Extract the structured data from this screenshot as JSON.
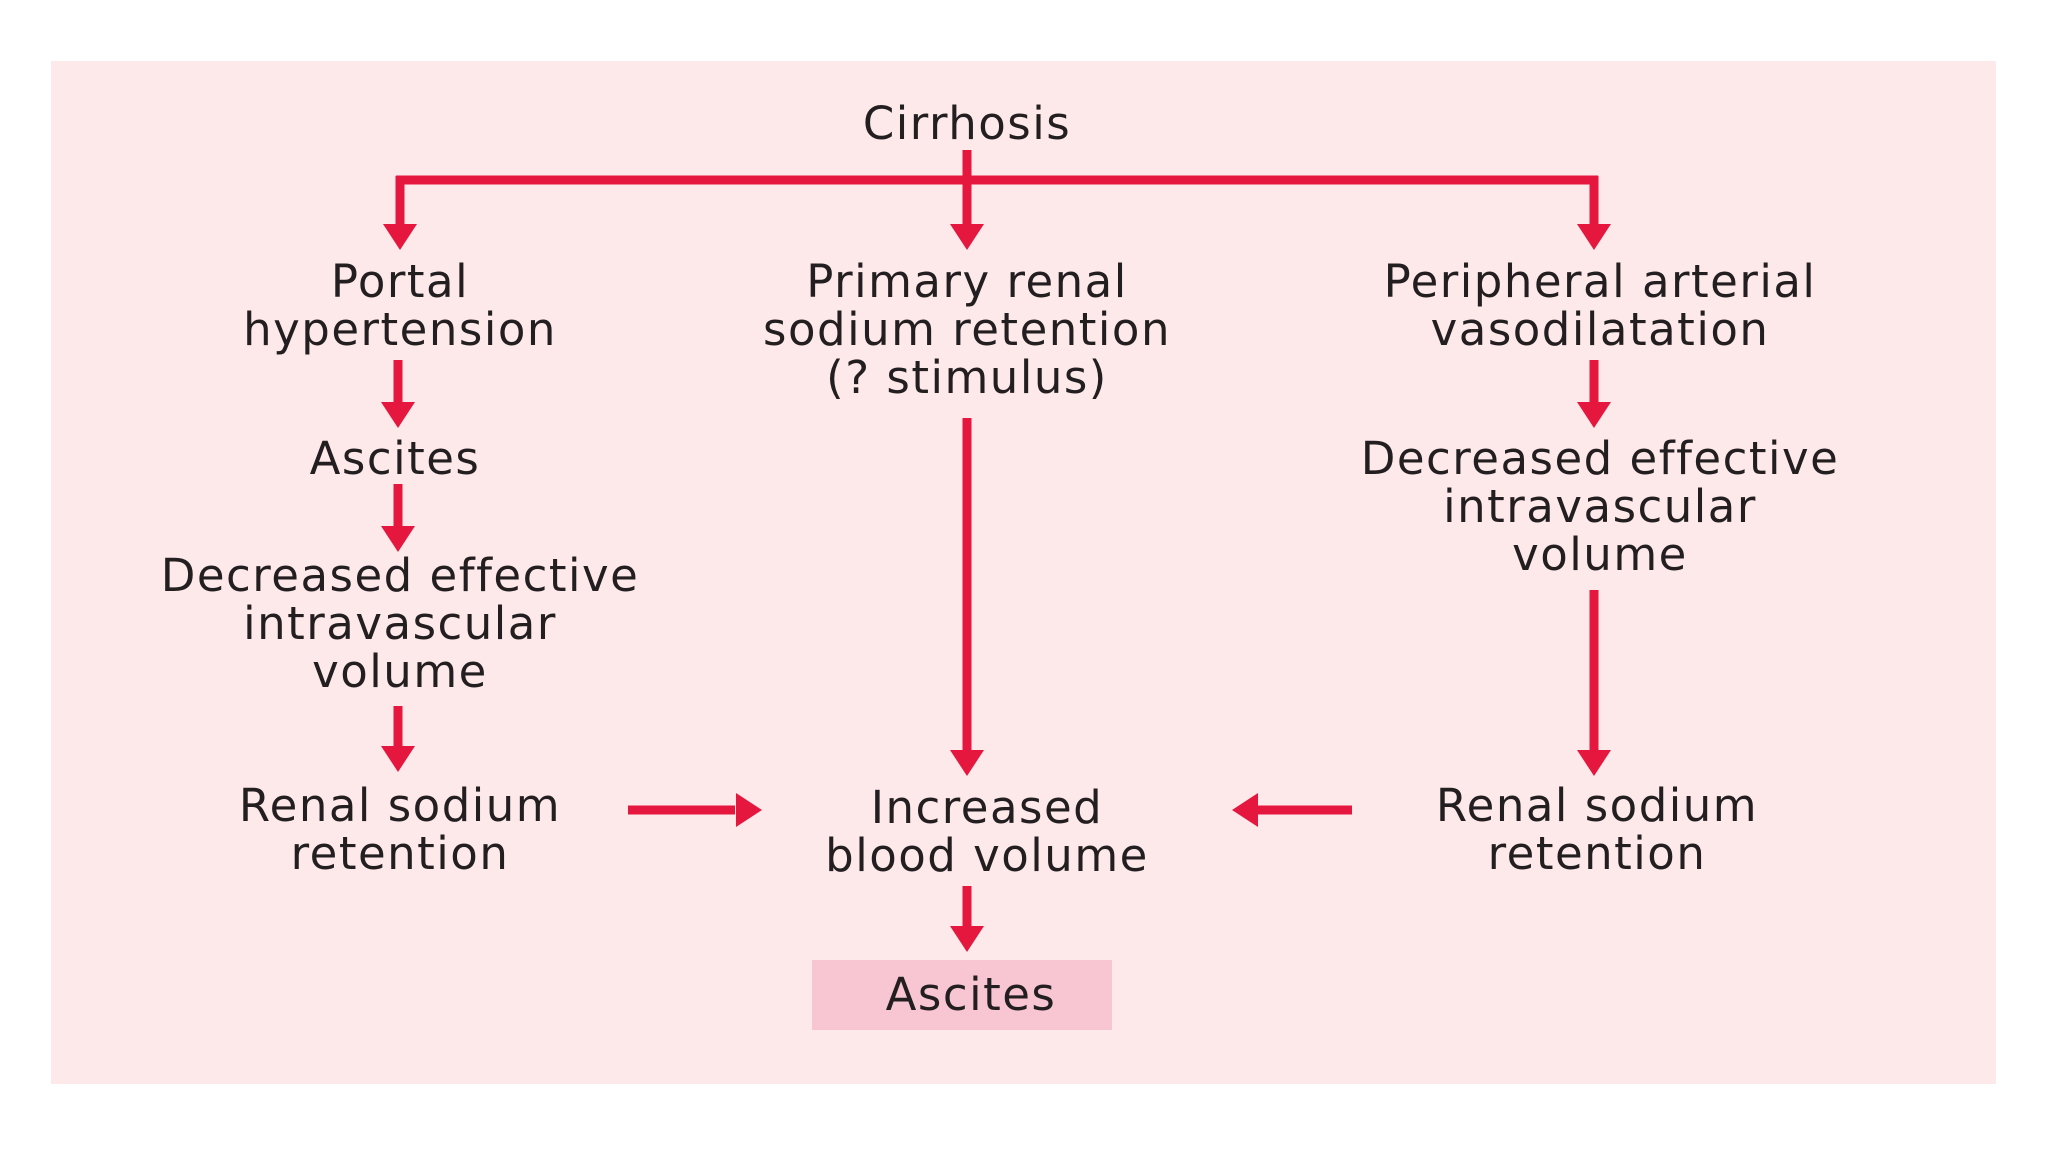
{
  "colors": {
    "background": "#fde8ea",
    "arrow": "#e5173f",
    "final_box": "#f8c6d3",
    "text": "#231f20"
  },
  "nodes": {
    "cirrhosis": [
      "Cirrhosis"
    ],
    "portal_hypertension": [
      "Portal",
      "hypertension"
    ],
    "primary_renal": [
      "Primary renal",
      "sodium retention",
      "(? stimulus)"
    ],
    "peripheral_vasodilatation": [
      "Peripheral arterial",
      "vasodilatation"
    ],
    "ascites_left": [
      "Ascites"
    ],
    "decreased_volume_left": [
      "Decreased effective",
      "intravascular",
      "volume"
    ],
    "decreased_volume_right": [
      "Decreased effective",
      "intravascular",
      "volume"
    ],
    "renal_retention_left": [
      "Renal sodium",
      "retention"
    ],
    "increased_blood_volume": [
      "Increased",
      "blood volume"
    ],
    "renal_retention_right": [
      "Renal sodium",
      "retention"
    ],
    "ascites_final": [
      "Ascites"
    ]
  }
}
